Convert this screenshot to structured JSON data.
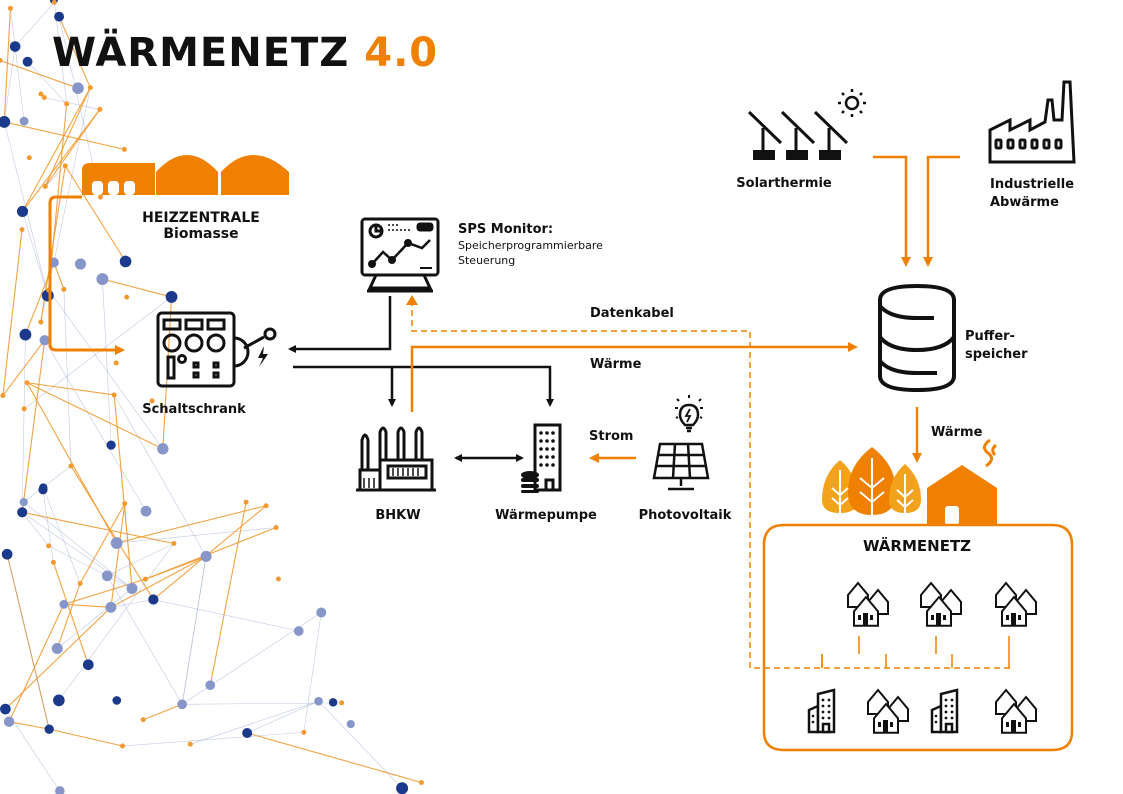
{
  "colors": {
    "accent": "#f08000",
    "ink": "#111111",
    "network_orange": "#f39a2e",
    "network_blue_dark": "#1c3a8c",
    "network_blue_light": "#8796c8"
  },
  "title": {
    "main": "WÄRMENETZ",
    "accent": "4.0"
  },
  "nodes": {
    "heizzentrale": {
      "line1": "HEIZZENTRALE",
      "line2": "Biomasse",
      "icon": "biomass-plant-icon"
    },
    "sps_monitor": {
      "title": "SPS Monitor:",
      "line1": "Speicherprogrammierbare",
      "line2": "Steuerung",
      "icon": "monitor-chart-icon"
    },
    "schaltschrank": {
      "label": "Schaltschrank",
      "icon": "control-cabinet-icon"
    },
    "bhkw": {
      "label": "BHKW",
      "icon": "power-plant-icon"
    },
    "waermepumpe": {
      "label": "Wärmepumpe",
      "icon": "heat-pump-building-icon"
    },
    "photovoltaik": {
      "label": "Photovoltaik",
      "icon": "solar-panel-icon"
    },
    "solarthermie": {
      "label": "Solarthermie",
      "icon": "solar-thermal-icon"
    },
    "industrielle_abwaerme": {
      "line1": "Industrielle",
      "line2": "Abwärme",
      "icon": "factory-icon"
    },
    "pufferspeicher": {
      "line1": "Puffer-",
      "line2": "speicher",
      "icon": "storage-tank-icon"
    },
    "waermenetz": {
      "label": "WÄRMENETZ",
      "icon": "heat-network-icon"
    }
  },
  "connections": {
    "datenkabel": "Datenkabel",
    "waerme_main": "Wärme",
    "strom": "Strom",
    "waerme_netz": "Wärme"
  },
  "network_buildings": {
    "top_row": [
      "house-cluster",
      "house-cluster",
      "house-cluster"
    ],
    "bottom_row": [
      "apartment-block",
      "house-cluster",
      "apartment-block",
      "house-cluster"
    ]
  }
}
